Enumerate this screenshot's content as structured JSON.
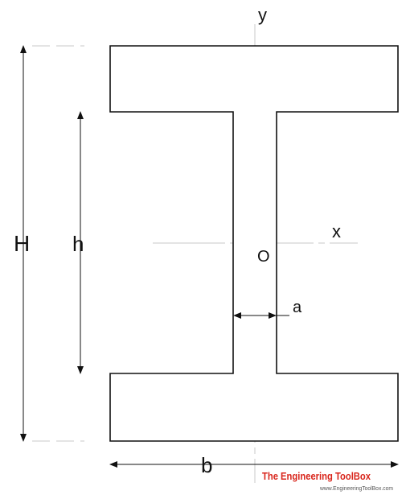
{
  "labels": {
    "axis_y": "y",
    "axis_x": "x",
    "origin": "O",
    "total_height": "H",
    "web_height": "h",
    "web_thickness": "a",
    "flange_width": "b"
  },
  "brand": {
    "title": "The Engineering ToolBox",
    "subtitle": "www.EngineeringToolBox.com"
  },
  "colors": {
    "outline": "#111111",
    "centerline": "#c8c8c8",
    "dimension": "#111111",
    "brand": "#d9261c"
  },
  "icons": {
    "dimension_arrowhead": "arrowhead"
  }
}
